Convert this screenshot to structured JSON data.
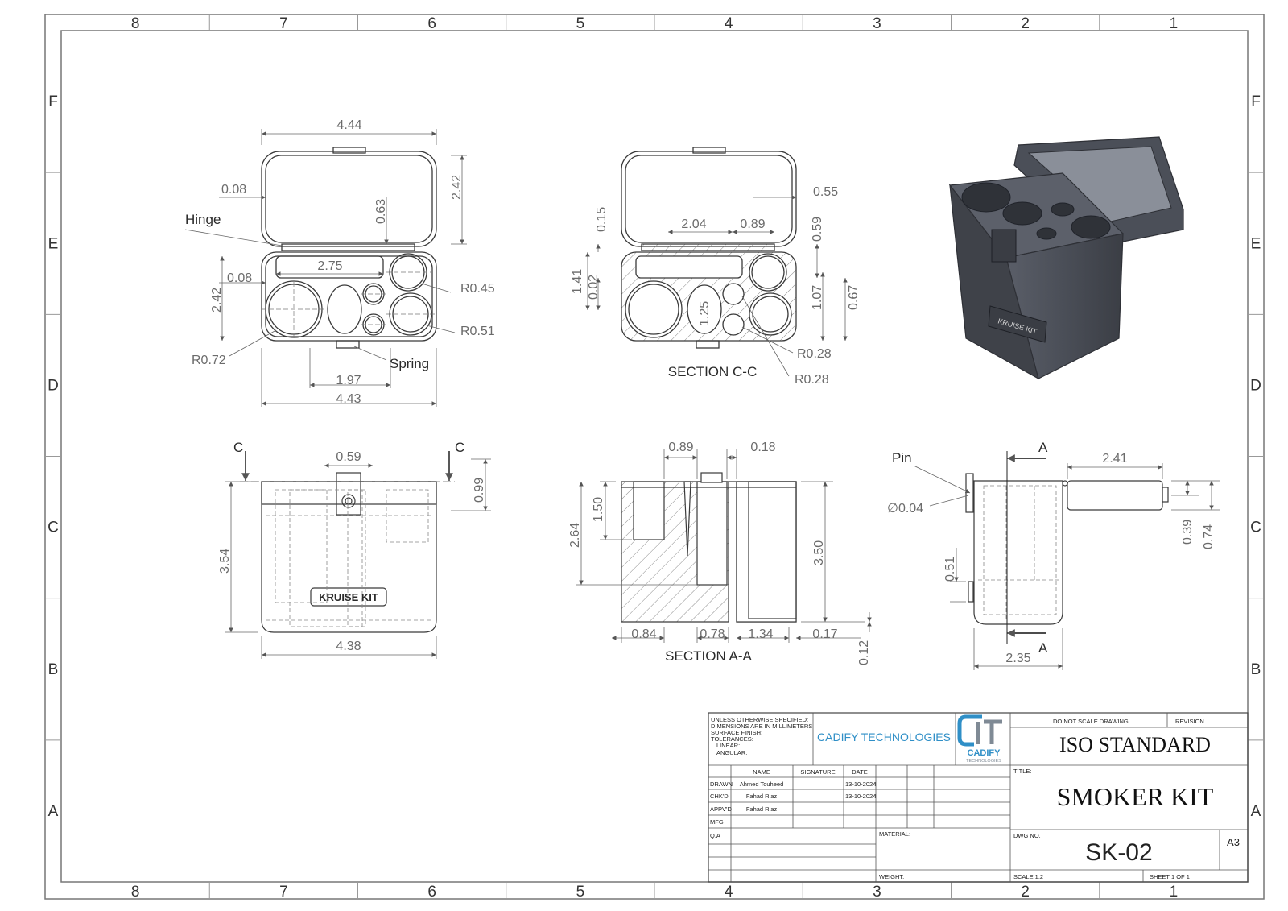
{
  "border": {
    "cols_top": [
      "8",
      "7",
      "6",
      "5",
      "4",
      "3",
      "2",
      "1"
    ],
    "rows": [
      "F",
      "E",
      "D",
      "C",
      "B",
      "A"
    ]
  },
  "views": {
    "top": {
      "dims": {
        "d1": "4.44",
        "d2": "0.08",
        "d3": "2.42",
        "d4": "0.63",
        "d5": "2.75",
        "d6": "0.08",
        "d7": "2.42",
        "d8": "R0.45",
        "d9": "R0.51",
        "d10": "R0.72",
        "d11": "1.97",
        "d12": "4.43"
      },
      "labels": {
        "hinge": "Hinge",
        "spring": "Spring"
      }
    },
    "section_cc": {
      "title": "SECTION C-C",
      "dims": {
        "d1": "0.55",
        "d2": "2.04",
        "d3": "0.89",
        "d4": "0.15",
        "d5": "0.59",
        "d6": "1.41",
        "d7": "0.02",
        "d8": "1.07",
        "d9": "0.67",
        "d10": "1.25",
        "d11": "R0.28",
        "d12": "R0.28"
      }
    },
    "front": {
      "dims": {
        "d1": "0.59",
        "d2": "0.99",
        "d3": "3.54",
        "d4": "4.38"
      },
      "labels": {
        "c_left": "C",
        "c_right": "C",
        "brand": "KRUISE KIT"
      }
    },
    "section_aa": {
      "title": "SECTION A-A",
      "dims": {
        "d1": "0.89",
        "d2": "0.18",
        "d3": "1.50",
        "d4": "2.64",
        "d5": "3.50",
        "d6": "0.84",
        "d7": "0.78",
        "d8": "1.34",
        "d9": "0.17",
        "d10": "0.12"
      }
    },
    "side": {
      "dims": {
        "d1": "2.41",
        "d2": "∅0.04",
        "d3": "0.39",
        "d4": "0.74",
        "d5": "0.51",
        "d6": "2.35"
      },
      "labels": {
        "pin": "Pin",
        "a_top": "A",
        "a_bottom": "A"
      }
    },
    "iso": {
      "brand": "KRUISE KIT"
    }
  },
  "title_block": {
    "notes": [
      "UNLESS OTHERWISE SPECIFIED:",
      "DIMENSIONS ARE IN MILLIMETERS",
      "SURFACE FINISH:",
      "TOLERANCES:",
      "LINEAR:",
      "ANGULAR:"
    ],
    "company": "CADIFY TECHNOLOGIES",
    "logo_text": "CADIFY",
    "logo_sub": "TECHNOLOGIES",
    "do_not_scale": "DO NOT SCALE DRAWING",
    "revision_label": "REVISION",
    "standard": "ISO STANDARD",
    "title_label": "TITLE:",
    "title": "SMOKER KIT",
    "headers": {
      "name": "NAME",
      "signature": "SIGNATURE",
      "date": "DATE"
    },
    "rows": [
      {
        "role": "DRAWN",
        "name": "Ahmed Touheed",
        "date": "13-10-2024"
      },
      {
        "role": "CHK'D",
        "name": "Fahad Riaz",
        "date": "13-10-2024"
      },
      {
        "role": "APPV'D",
        "name": "Fahad Riaz",
        "date": ""
      },
      {
        "role": "MFG",
        "name": "",
        "date": ""
      },
      {
        "role": "Q.A",
        "name": "",
        "date": ""
      }
    ],
    "material_label": "MATERIAL:",
    "weight_label": "WEIGHT:",
    "dwg_label": "DWG NO.",
    "dwg_no": "SK-02",
    "size": "A3",
    "scale": "SCALE:1:2",
    "sheet": "SHEET 1 OF 1"
  },
  "colors": {
    "line": "#3a3a3a",
    "dim": "#6b6b6b",
    "solid": "#4a4d55",
    "logo": "#2f8fc7"
  }
}
